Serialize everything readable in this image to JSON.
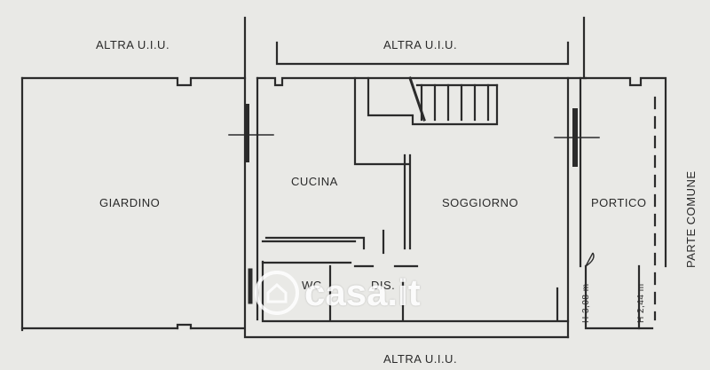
{
  "labels": {
    "altra_top_left": "ALTRA U.I.U.",
    "altra_top_center": "ALTRA U.I.U.",
    "altra_bottom": "ALTRA U.I.U.",
    "giardino": "GIARDINO",
    "cucina": "CUCINA",
    "soggiorno": "SOGGIORNO",
    "portico": "PORTICO",
    "wc": "WC",
    "dis": "DIS.",
    "parte_comune": "PARTE COMUNE",
    "height_main": "H 3,08 m",
    "height_portico": "H 2,44 m"
  },
  "watermark": {
    "text": "casa.it"
  }
}
